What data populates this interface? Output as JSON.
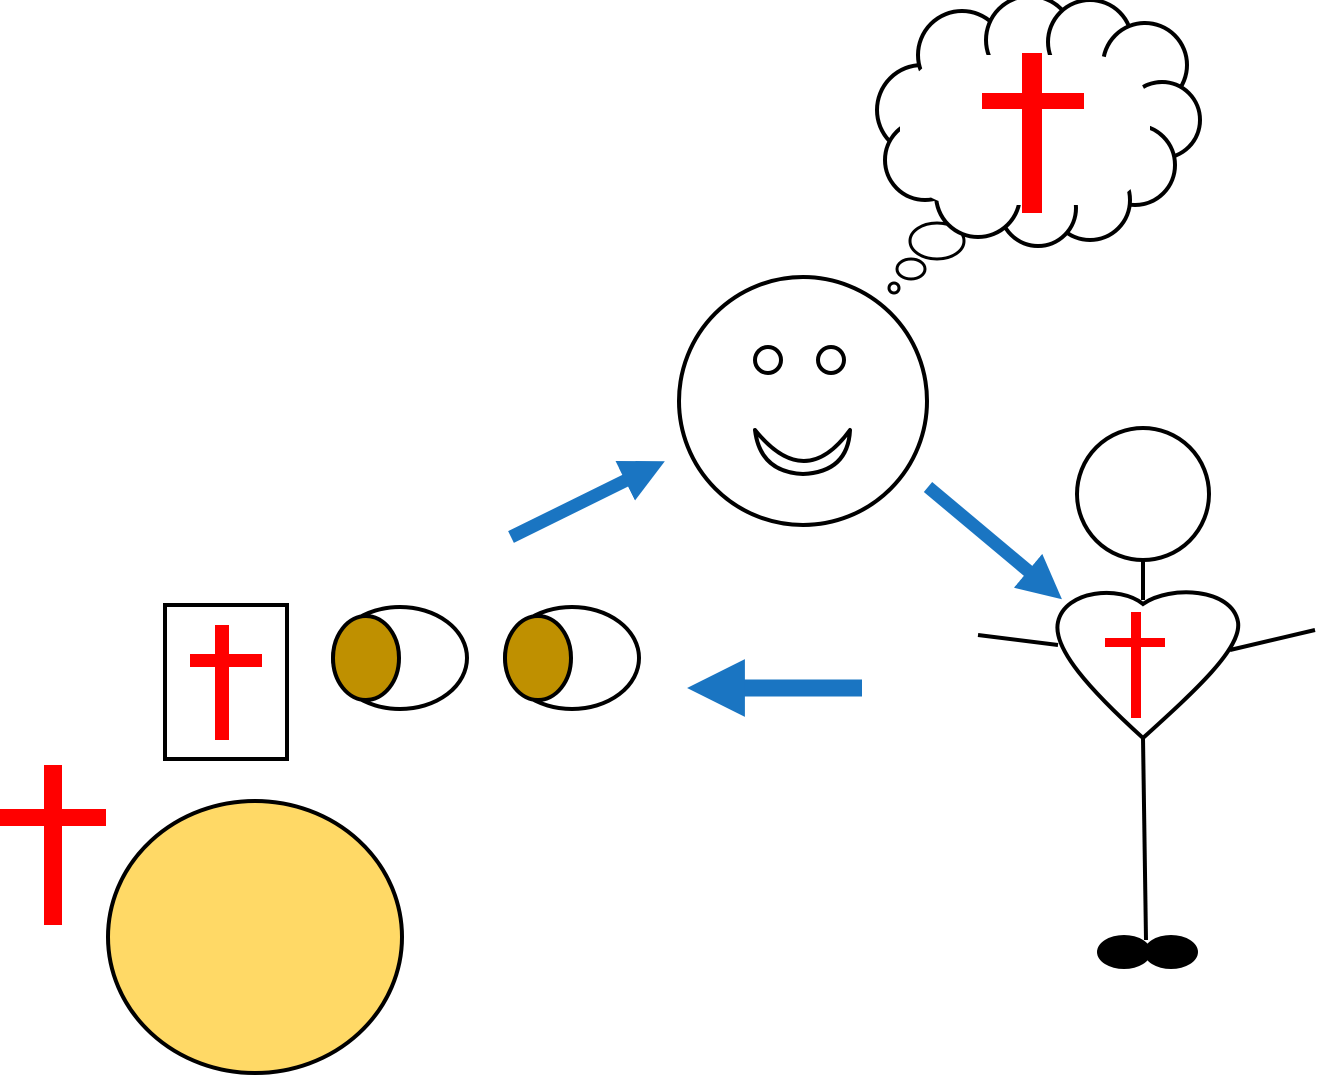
{
  "colors": {
    "background": "#ffffff",
    "cross": "#ff0000",
    "arrow": "#1a75c2",
    "outline": "#000000",
    "sun_fill": "#ffd966",
    "pupil_fill": "#bf9000"
  },
  "elements": {
    "cross_marked_sphere": {
      "icon": "sun-icon"
    },
    "cross_marked_book": {
      "icon": "book-with-cross-icon"
    },
    "eyes": {
      "icon": "eyes-icon",
      "count": 2
    },
    "thinking_face": {
      "icon": "smiling-face-icon"
    },
    "thought_bubble": {
      "icon": "thought-bubble-with-cross-icon"
    },
    "stick_figure": {
      "icon": "stick-figure-with-heart-cross-icon"
    }
  },
  "arrows": [
    {
      "from": "eyes",
      "to": "thinking_face",
      "icon": "arrow-up-right-icon"
    },
    {
      "from": "thinking_face",
      "to": "stick_figure",
      "icon": "arrow-down-right-icon"
    },
    {
      "from": "stick_figure",
      "to": "eyes",
      "icon": "arrow-left-icon"
    }
  ]
}
